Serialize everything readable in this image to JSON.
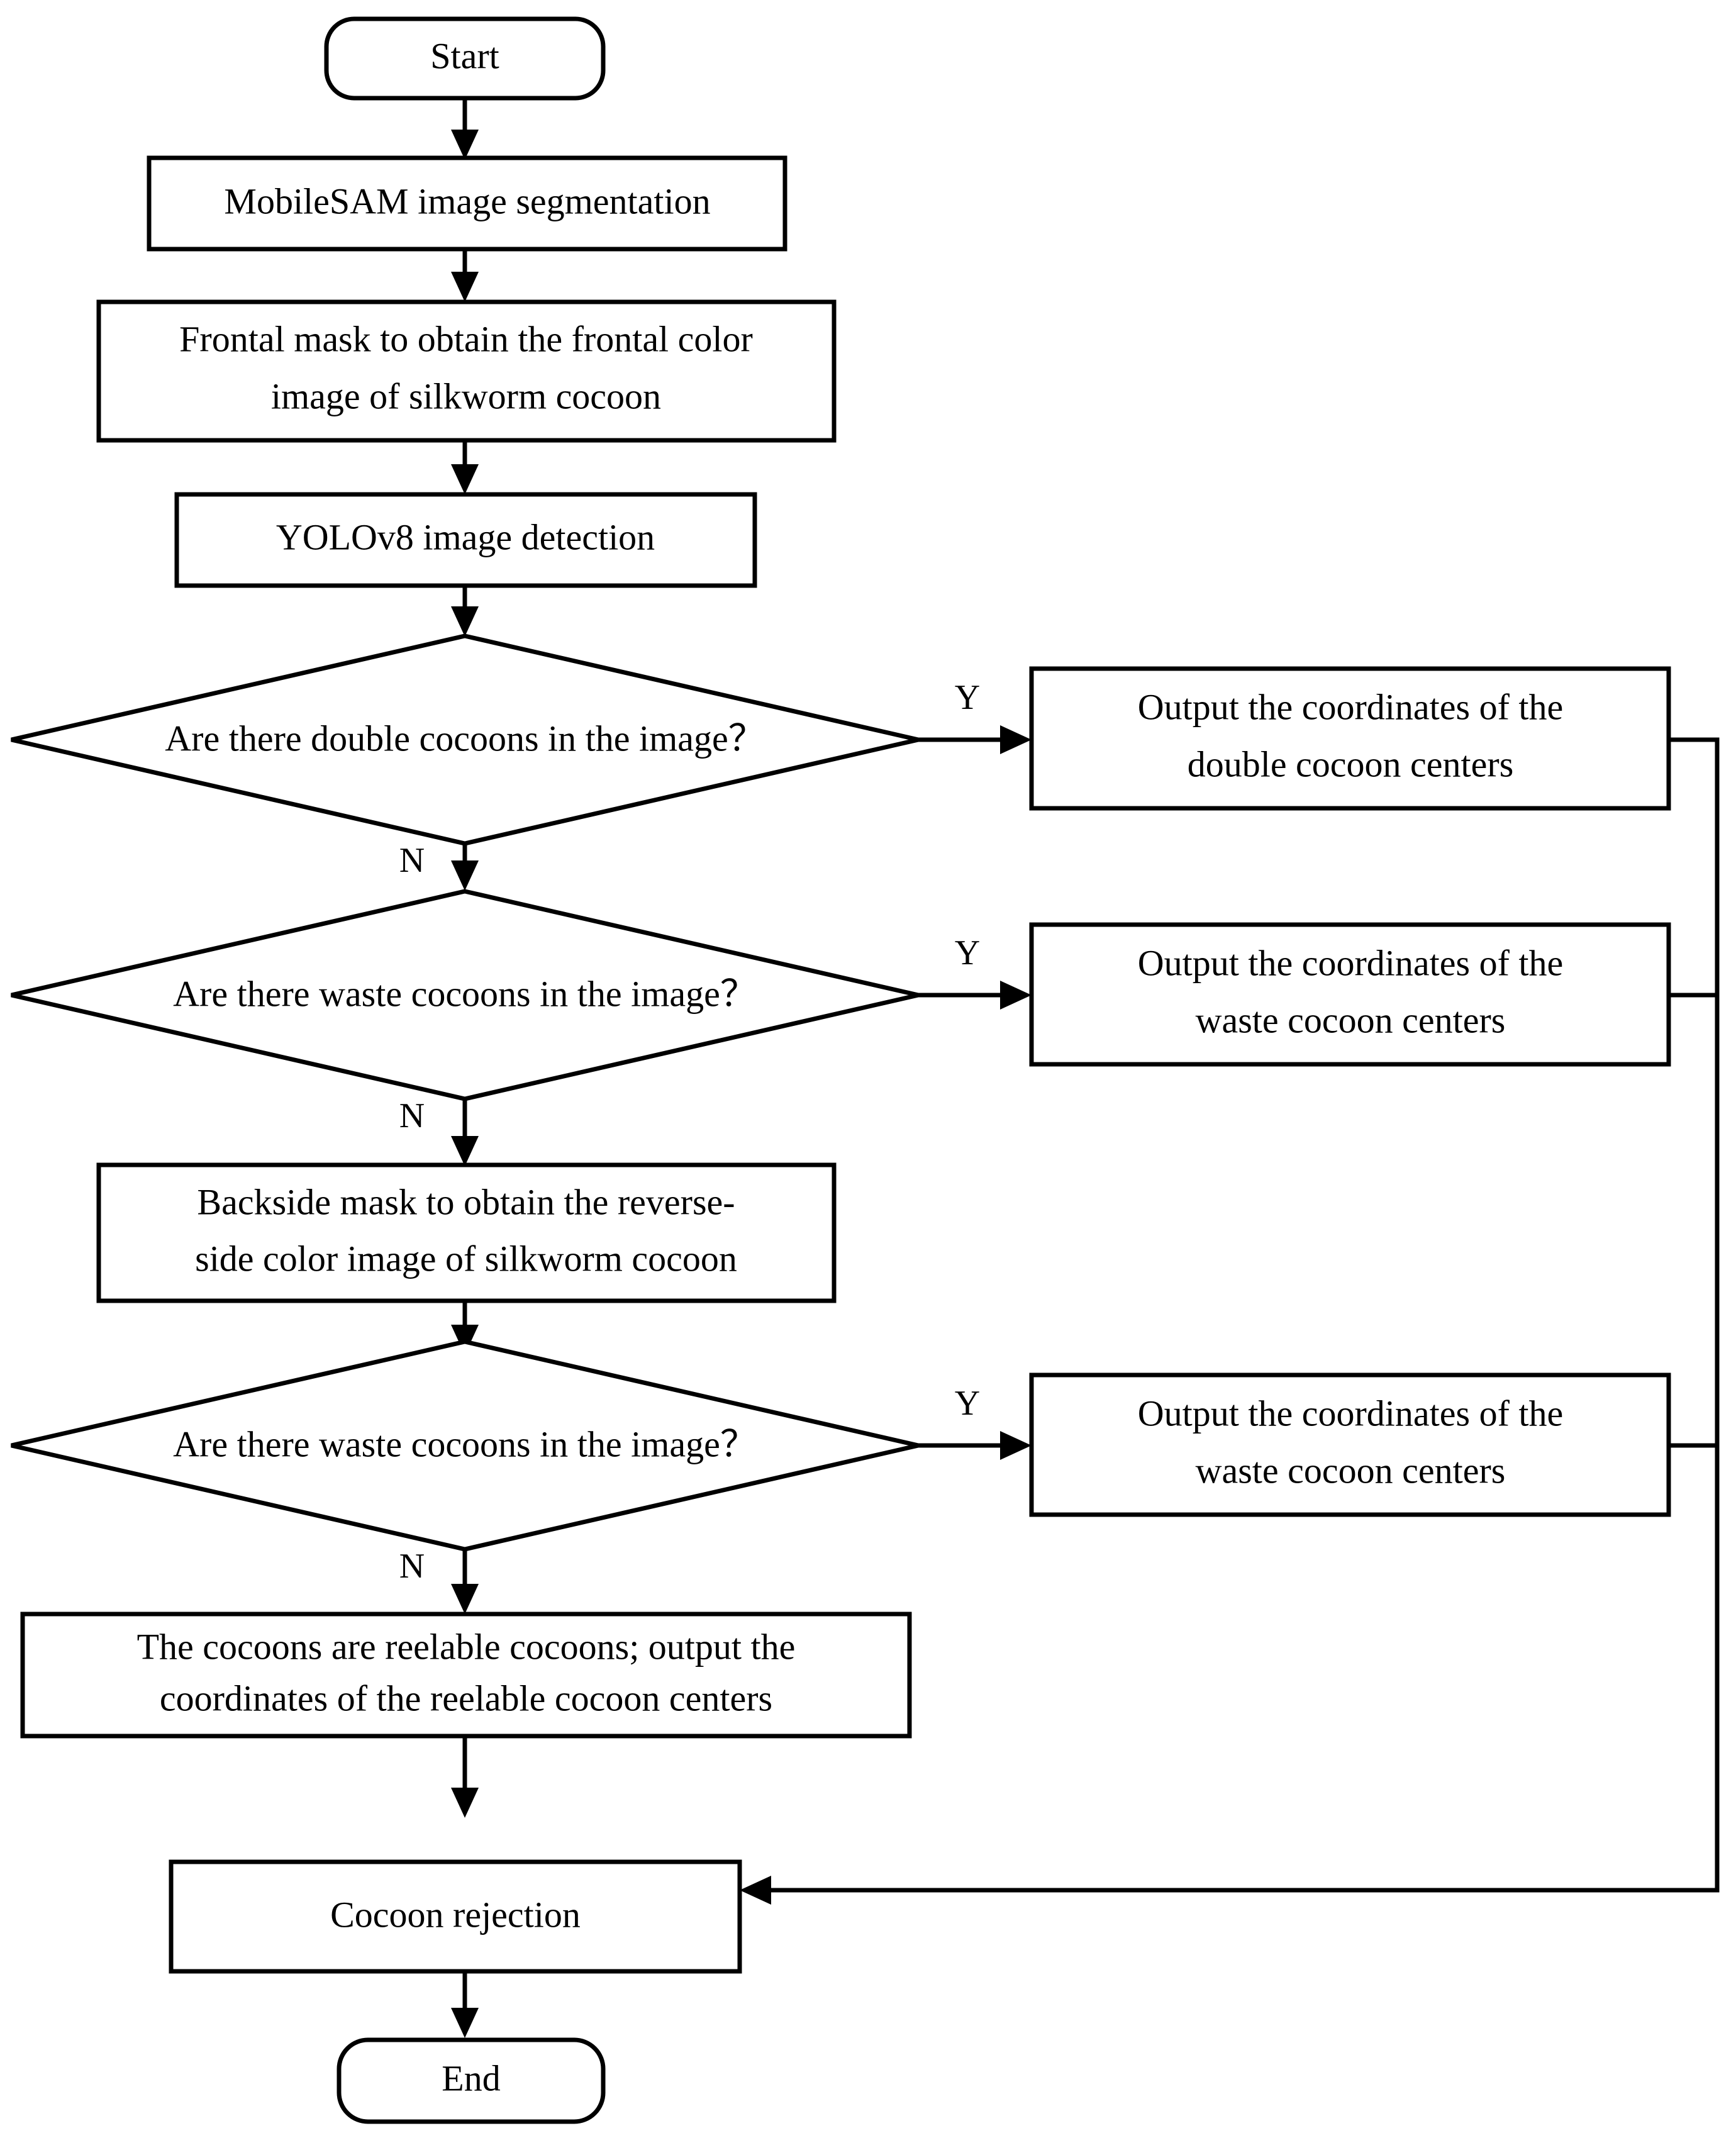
{
  "diagram": {
    "type": "flowchart",
    "title": "Silkworm cocoon sorting flowchart",
    "orientation": "top-to-bottom",
    "background_color": "#ffffff",
    "line_color": "#000000",
    "nodes": {
      "start": {
        "label": "Start",
        "shape": "rounded-terminator"
      },
      "mobilesam": {
        "label": "MobileSAM image segmentation",
        "shape": "rectangle"
      },
      "frontal_mask": {
        "label_line1": "Frontal mask to obtain the frontal color",
        "label_line2": "image of silkworm cocoon",
        "shape": "rectangle"
      },
      "yolov8": {
        "label": "YOLOv8 image detection",
        "shape": "rectangle"
      },
      "decision_double": {
        "label": "Are there double cocoons in the image？",
        "shape": "diamond"
      },
      "output_double": {
        "label_line1": "Output the coordinates of the",
        "label_line2": "double cocoon centers",
        "shape": "rectangle"
      },
      "decision_waste_front": {
        "label": "Are there waste cocoons in the image？",
        "shape": "diamond"
      },
      "output_waste_front": {
        "label_line1": "Output the coordinates of the",
        "label_line2": "waste cocoon centers",
        "shape": "rectangle"
      },
      "backside_mask": {
        "label_line1": "Backside mask to obtain the reverse-",
        "label_line2": "side color image of silkworm cocoon",
        "shape": "rectangle"
      },
      "decision_waste_back": {
        "label": "Are there waste cocoons in the image？",
        "shape": "diamond"
      },
      "output_waste_back": {
        "label_line1": "Output the coordinates of the",
        "label_line2": "waste cocoon centers",
        "shape": "rectangle"
      },
      "reelable": {
        "label_line1": "The cocoons are reelable cocoons; output the",
        "label_line2": "coordinates of the reelable cocoon centers",
        "shape": "rectangle"
      },
      "rejection": {
        "label": "Cocoon rejection",
        "shape": "rectangle"
      },
      "end": {
        "label": "End",
        "shape": "rounded-terminator"
      }
    },
    "edge_labels": {
      "double_yes": "Y",
      "double_no": "N",
      "waste_front_yes": "Y",
      "waste_front_no": "N",
      "waste_back_yes": "Y",
      "waste_back_no": "N"
    }
  }
}
